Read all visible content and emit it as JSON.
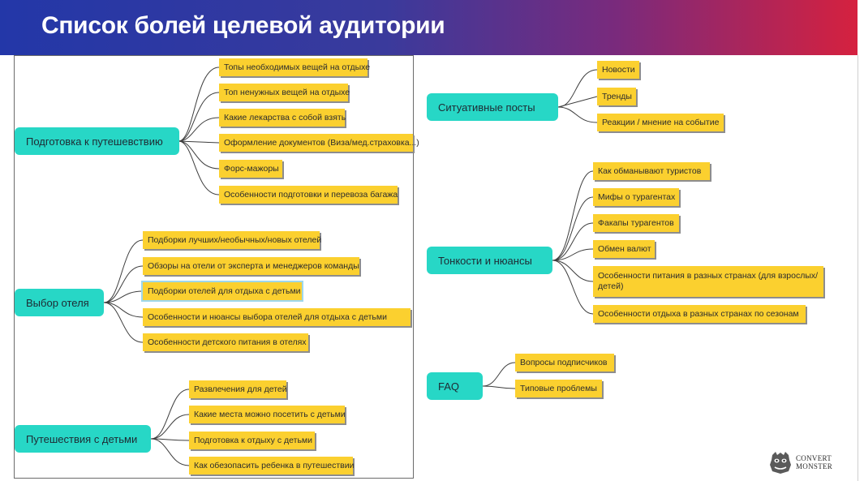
{
  "header": {
    "title": "Список болей целевой аудитории"
  },
  "left": {
    "prep": {
      "root": "Подготовка к путешевствию",
      "items": [
        "Топы необходимых вещей на отдыхе",
        "Топ ненужных вещей на отдыхе",
        "Какие лекарства с собой взять",
        "Оформление документов (Виза/мед.страховка...)",
        "Форс-мажоры",
        "Особенности подготовки и перевоза багажа"
      ]
    },
    "hotel": {
      "root": "Выбор отеля",
      "items": [
        "Подборки лучших/необычных/новых отелей",
        "Обзоры на отели от эксперта и менеджеров команды",
        "Подборки отелей для отдыха с детьми",
        "Особенности и нюансы выбора отелей для отдыха с детьми",
        "Особенности детского питания в отелях"
      ]
    },
    "kids": {
      "root": "Путешествия с детьми",
      "items": [
        "Развлечения для детей",
        "Какие места можно посетить с детьми",
        "Подготовка к отдыху с детьми",
        "Как обезопасить ребенка в путешествии"
      ]
    }
  },
  "right": {
    "situational": {
      "root": "Ситуативные посты",
      "items": [
        "Новости",
        "Тренды",
        "Реакции / мнение на событие"
      ]
    },
    "nuances": {
      "root": "Тонкости и нюансы",
      "items": [
        "Как обманывают туристов",
        "Мифы о турагентах",
        "Факапы турагентов",
        "Обмен валют",
        "Особенности питания в разных странах (для взрослых/ детей)",
        "Особенности отдыха в разных странах по сезонам"
      ]
    },
    "faq": {
      "root": "FAQ",
      "items": [
        "Вопросы подписчиков",
        "Типовые проблемы"
      ]
    }
  },
  "logo": {
    "line1": "CONVERT",
    "line2": "MONSTER",
    "icon": "monster-face-icon"
  },
  "colors": {
    "root_fill": "#27d7c6",
    "leaf_fill": "#fbd02f",
    "header_left": "#2337a8",
    "header_right": "#d5213f"
  }
}
